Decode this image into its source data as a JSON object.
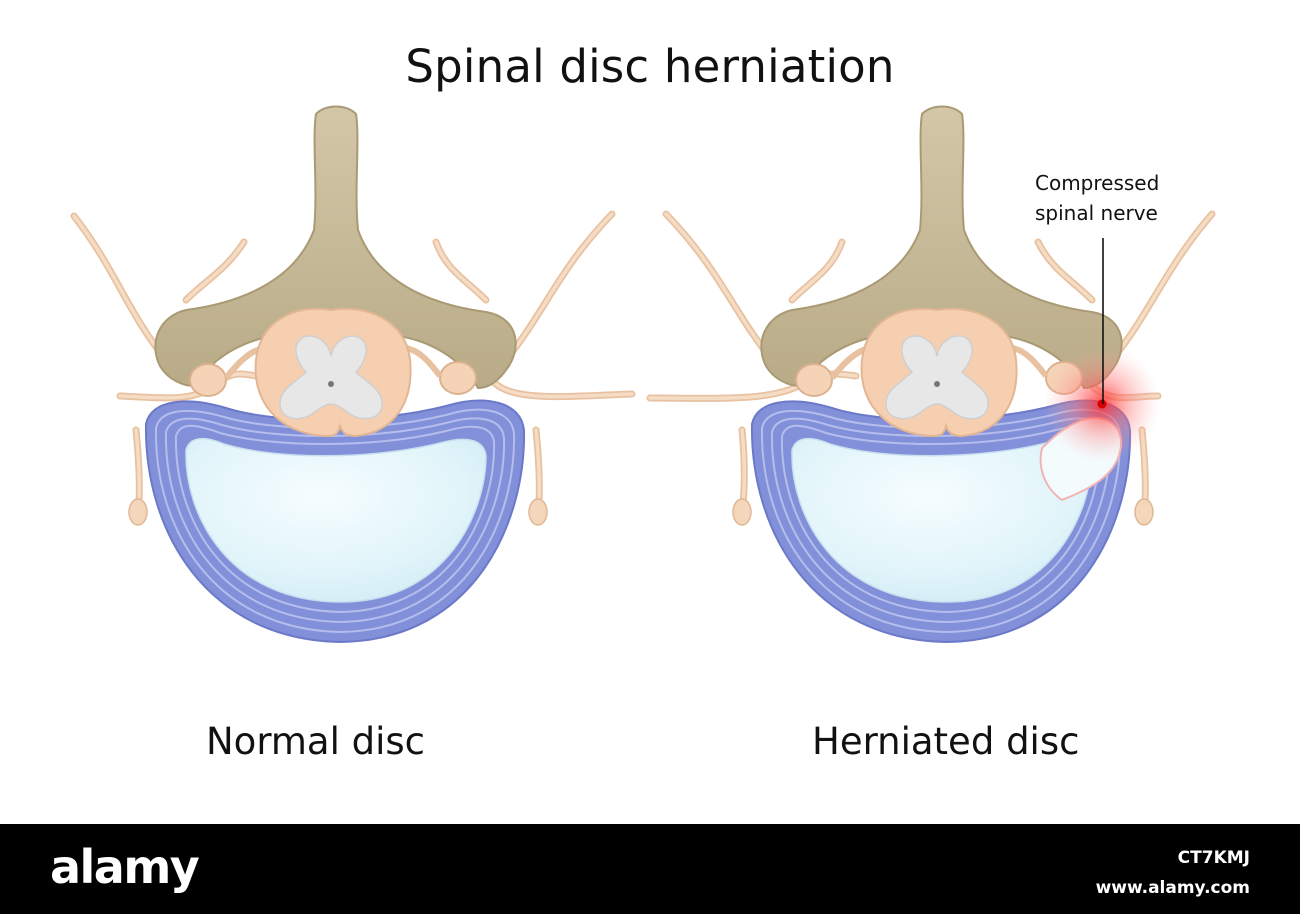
{
  "title": "Spinal disc herniation",
  "captions": {
    "normal": "Normal disc",
    "herniated": "Herniated disc"
  },
  "callout": {
    "line1": "Compressed",
    "line2": "spinal nerve"
  },
  "footer": {
    "logo": "alamy",
    "image_id": "CT7KMJ",
    "site": "www.alamy.com"
  },
  "colors": {
    "bone": "#c4b694",
    "nerve": "#f1d2b6",
    "spinal_cord": "#f4cfb1",
    "grey_matter": "#e6e6e6",
    "annulus": "#7d8ad6",
    "nucleus": "#e6f7fb",
    "inflammation": "#ff3b3b"
  }
}
